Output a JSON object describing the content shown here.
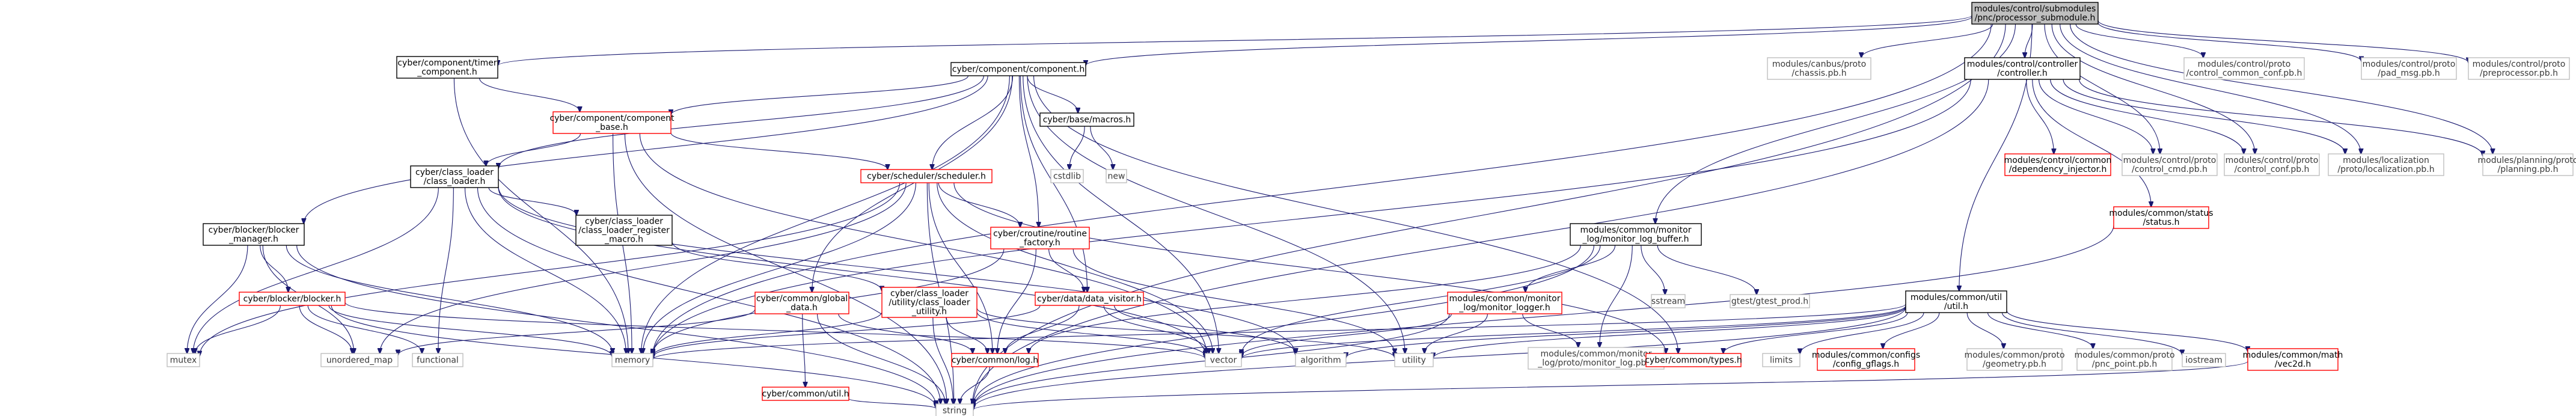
{
  "graph": {
    "title": "",
    "nodes": [
      {
        "id": "root",
        "lines": [
          "modules/control/submodules",
          "/pnc/processor_submodule.h"
        ],
        "style": "root"
      },
      {
        "id": "timer",
        "lines": [
          "cyber/component/timer",
          "_component.h"
        ],
        "style": "black"
      },
      {
        "id": "component",
        "lines": [
          "cyber/component/component.h"
        ],
        "style": "black"
      },
      {
        "id": "chassis",
        "lines": [
          "modules/canbus/proto",
          "/chassis.pb.h"
        ],
        "style": "plain"
      },
      {
        "id": "controller",
        "lines": [
          "modules/control/controller",
          "/controller.h"
        ],
        "style": "black"
      },
      {
        "id": "ccconf",
        "lines": [
          "modules/control/proto",
          "/control_common_conf.pb.h"
        ],
        "style": "plain"
      },
      {
        "id": "padmsg",
        "lines": [
          "modules/control/proto",
          "/pad_msg.pb.h"
        ],
        "style": "plain"
      },
      {
        "id": "preproc",
        "lines": [
          "modules/control/proto",
          "/preprocessor.pb.h"
        ],
        "style": "plain"
      },
      {
        "id": "compbase",
        "lines": [
          "cyber/component/component",
          "_base.h"
        ],
        "style": "red"
      },
      {
        "id": "macros",
        "lines": [
          "cyber/base/macros.h"
        ],
        "style": "black"
      },
      {
        "id": "depinj",
        "lines": [
          "modules/control/common",
          "/dependency_injector.h"
        ],
        "style": "red"
      },
      {
        "id": "ctrlcmd",
        "lines": [
          "modules/control/proto",
          "/control_cmd.pb.h"
        ],
        "style": "plain"
      },
      {
        "id": "ctrlconf",
        "lines": [
          "modules/control/proto",
          "/control_conf.pb.h"
        ],
        "style": "plain"
      },
      {
        "id": "locpb",
        "lines": [
          "modules/localization",
          "/proto/localization.pb.h"
        ],
        "style": "plain"
      },
      {
        "id": "planpb",
        "lines": [
          "modules/planning/proto",
          "/planning.pb.h"
        ],
        "style": "plain"
      },
      {
        "id": "classloader",
        "lines": [
          "cyber/class_loader",
          "/class_loader.h"
        ],
        "style": "black"
      },
      {
        "id": "scheduler",
        "lines": [
          "cyber/scheduler/scheduler.h"
        ],
        "style": "red"
      },
      {
        "id": "cstdlib",
        "lines": [
          "cstdlib"
        ],
        "style": "plain"
      },
      {
        "id": "new",
        "lines": [
          "new"
        ],
        "style": "plain"
      },
      {
        "id": "status",
        "lines": [
          "modules/common/status",
          "/status.h"
        ],
        "style": "red"
      },
      {
        "id": "blockermgr",
        "lines": [
          "cyber/blocker/blocker",
          "_manager.h"
        ],
        "style": "black"
      },
      {
        "id": "clreg",
        "lines": [
          "cyber/class_loader",
          "/class_loader_register",
          "_macro.h"
        ],
        "style": "black"
      },
      {
        "id": "routine",
        "lines": [
          "cyber/croutine/routine",
          "_factory.h"
        ],
        "style": "red"
      },
      {
        "id": "monlogbuf",
        "lines": [
          "modules/common/monitor",
          "_log/monitor_log_buffer.h"
        ],
        "style": "black"
      },
      {
        "id": "blocker",
        "lines": [
          "cyber/blocker/blocker.h"
        ],
        "style": "red"
      },
      {
        "id": "globaldata",
        "lines": [
          "cyber/common/global",
          "_data.h"
        ],
        "style": "red"
      },
      {
        "id": "clutil",
        "lines": [
          "cyber/class_loader",
          "/utility/class_loader",
          "_utility.h"
        ],
        "style": "red"
      },
      {
        "id": "visitor",
        "lines": [
          "cyber/data/data_visitor.h"
        ],
        "style": "red"
      },
      {
        "id": "monlogger",
        "lines": [
          "modules/common/monitor",
          "_log/monitor_logger.h"
        ],
        "style": "red"
      },
      {
        "id": "sstream",
        "lines": [
          "sstream"
        ],
        "style": "plain"
      },
      {
        "id": "gtestprod",
        "lines": [
          "gtest/gtest_prod.h"
        ],
        "style": "plain"
      },
      {
        "id": "util",
        "lines": [
          "modules/common/util",
          "/util.h"
        ],
        "style": "black"
      },
      {
        "id": "mutex",
        "lines": [
          "mutex"
        ],
        "style": "plain"
      },
      {
        "id": "unordered_map",
        "lines": [
          "unordered_map"
        ],
        "style": "plain"
      },
      {
        "id": "functional",
        "lines": [
          "functional"
        ],
        "style": "plain"
      },
      {
        "id": "memory",
        "lines": [
          "memory"
        ],
        "style": "plain"
      },
      {
        "id": "commonutil",
        "lines": [
          "cyber/common/util.h"
        ],
        "style": "red"
      },
      {
        "id": "log",
        "lines": [
          "cyber/common/log.h"
        ],
        "style": "red"
      },
      {
        "id": "vector",
        "lines": [
          "vector"
        ],
        "style": "plain"
      },
      {
        "id": "algorithm",
        "lines": [
          "algorithm"
        ],
        "style": "plain"
      },
      {
        "id": "utility",
        "lines": [
          "utility"
        ],
        "style": "plain"
      },
      {
        "id": "monlogpb",
        "lines": [
          "modules/common/monitor",
          "_log/proto/monitor_log.pb.h"
        ],
        "style": "plain"
      },
      {
        "id": "types",
        "lines": [
          "cyber/common/types.h"
        ],
        "style": "red"
      },
      {
        "id": "limits",
        "lines": [
          "limits"
        ],
        "style": "plain"
      },
      {
        "id": "gflags",
        "lines": [
          "modules/common/configs",
          "/config_gflags.h"
        ],
        "style": "red"
      },
      {
        "id": "geometry",
        "lines": [
          "modules/common/proto",
          "/geometry.pb.h"
        ],
        "style": "plain"
      },
      {
        "id": "pncpoint",
        "lines": [
          "modules/common/proto",
          "/pnc_point.pb.h"
        ],
        "style": "plain"
      },
      {
        "id": "iostream",
        "lines": [
          "iostream"
        ],
        "style": "plain"
      },
      {
        "id": "vec2d",
        "lines": [
          "modules/common/math",
          "/vec2d.h"
        ],
        "style": "red"
      },
      {
        "id": "string",
        "lines": [
          "string"
        ],
        "style": "plain"
      }
    ],
    "edges": [
      [
        "root",
        "timer"
      ],
      [
        "root",
        "component"
      ],
      [
        "root",
        "chassis"
      ],
      [
        "root",
        "controller"
      ],
      [
        "root",
        "ccconf"
      ],
      [
        "root",
        "padmsg"
      ],
      [
        "root",
        "preproc"
      ],
      [
        "root",
        "ctrlcmd"
      ],
      [
        "root",
        "ctrlconf"
      ],
      [
        "root",
        "locpb"
      ],
      [
        "root",
        "planpb"
      ],
      [
        "root",
        "monlogbuf"
      ],
      [
        "root",
        "util"
      ],
      [
        "root",
        "string"
      ],
      [
        "root",
        "memory"
      ],
      [
        "timer",
        "compbase"
      ],
      [
        "timer",
        "memory"
      ],
      [
        "component",
        "compbase"
      ],
      [
        "component",
        "macros"
      ],
      [
        "component",
        "scheduler"
      ],
      [
        "component",
        "routine"
      ],
      [
        "component",
        "classloader"
      ],
      [
        "component",
        "blockermgr"
      ],
      [
        "component",
        "globaldata"
      ],
      [
        "component",
        "visitor"
      ],
      [
        "component",
        "types"
      ],
      [
        "component",
        "utility"
      ],
      [
        "component",
        "vector"
      ],
      [
        "component",
        "memory"
      ],
      [
        "compbase",
        "classloader"
      ],
      [
        "compbase",
        "scheduler"
      ],
      [
        "compbase",
        "memory"
      ],
      [
        "compbase",
        "vector"
      ],
      [
        "compbase",
        "string"
      ],
      [
        "macros",
        "cstdlib"
      ],
      [
        "macros",
        "new"
      ],
      [
        "controller",
        "depinj"
      ],
      [
        "controller",
        "ctrlcmd"
      ],
      [
        "controller",
        "ctrlconf"
      ],
      [
        "controller",
        "locpb"
      ],
      [
        "controller",
        "planpb"
      ],
      [
        "controller",
        "status"
      ],
      [
        "controller",
        "memory"
      ],
      [
        "controller",
        "string"
      ],
      [
        "classloader",
        "clreg"
      ],
      [
        "classloader",
        "functional"
      ],
      [
        "classloader",
        "memory"
      ],
      [
        "classloader",
        "mutex"
      ],
      [
        "classloader",
        "string"
      ],
      [
        "classloader",
        "vector"
      ],
      [
        "classloader",
        "algorithm"
      ],
      [
        "clreg",
        "clutil"
      ],
      [
        "scheduler",
        "routine"
      ],
      [
        "scheduler",
        "log"
      ],
      [
        "scheduler",
        "memory"
      ],
      [
        "scheduler",
        "unordered_map"
      ],
      [
        "scheduler",
        "mutex"
      ],
      [
        "scheduler",
        "types"
      ],
      [
        "scheduler",
        "vector"
      ],
      [
        "scheduler",
        "string"
      ],
      [
        "routine",
        "visitor"
      ],
      [
        "routine",
        "log"
      ],
      [
        "routine",
        "memory"
      ],
      [
        "routine",
        "utility"
      ],
      [
        "blockermgr",
        "blocker"
      ],
      [
        "blockermgr",
        "memory"
      ],
      [
        "blockermgr",
        "mutex"
      ],
      [
        "blockermgr",
        "unordered_map"
      ],
      [
        "blockermgr",
        "string"
      ],
      [
        "blocker",
        "functional"
      ],
      [
        "blocker",
        "memory"
      ],
      [
        "blocker",
        "mutex"
      ],
      [
        "blocker",
        "unordered_map"
      ],
      [
        "blocker",
        "vector"
      ],
      [
        "blocker",
        "string"
      ],
      [
        "globaldata",
        "commonutil"
      ],
      [
        "globaldata",
        "log"
      ],
      [
        "globaldata",
        "unordered_map"
      ],
      [
        "globaldata",
        "string"
      ],
      [
        "clutil",
        "log"
      ],
      [
        "clutil",
        "memory"
      ],
      [
        "clutil",
        "string"
      ],
      [
        "clutil",
        "vector"
      ],
      [
        "clutil",
        "utility"
      ],
      [
        "visitor",
        "log"
      ],
      [
        "visitor",
        "memory"
      ],
      [
        "visitor",
        "vector"
      ],
      [
        "visitor",
        "algorithm"
      ],
      [
        "commonutil",
        "string"
      ],
      [
        "log",
        "string"
      ],
      [
        "monlogbuf",
        "monlogger"
      ],
      [
        "monlogbuf",
        "monlogpb"
      ],
      [
        "monlogbuf",
        "sstream"
      ],
      [
        "monlogbuf",
        "gtestprod"
      ],
      [
        "monlogbuf",
        "vector"
      ],
      [
        "monlogbuf",
        "string"
      ],
      [
        "monlogbuf",
        "log"
      ],
      [
        "monlogger",
        "monlogpb"
      ],
      [
        "monlogger",
        "vector"
      ],
      [
        "monlogger",
        "utility"
      ],
      [
        "monlogger",
        "string"
      ],
      [
        "util",
        "types"
      ],
      [
        "util",
        "limits"
      ],
      [
        "util",
        "gflags"
      ],
      [
        "util",
        "geometry"
      ],
      [
        "util",
        "pncpoint"
      ],
      [
        "util",
        "iostream"
      ],
      [
        "util",
        "vec2d"
      ],
      [
        "util",
        "memory"
      ],
      [
        "util",
        "vector"
      ],
      [
        "util",
        "utility"
      ],
      [
        "util",
        "algorithm"
      ],
      [
        "util",
        "string"
      ],
      [
        "status",
        "string"
      ],
      [
        "vec2d",
        "string"
      ]
    ]
  }
}
